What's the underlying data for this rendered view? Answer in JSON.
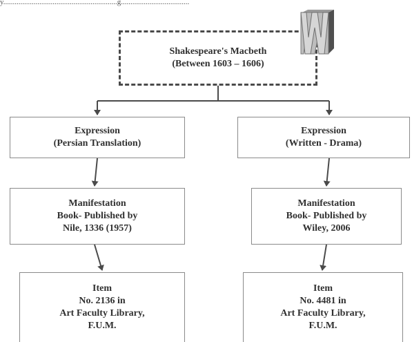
{
  "caption": {
    "text": "y............................................................g...................................."
  },
  "logo": {
    "letter": "W",
    "icon": "w-logo-icon",
    "face_color": "#bdbdbd",
    "side_color": "#4f4f4f"
  },
  "root": {
    "line1": "Shakespeare's Macbeth",
    "line2": "(Between 1603 – 1606)"
  },
  "expressions": [
    {
      "line1": "Expression",
      "line2": "(Persian Translation)"
    },
    {
      "line1": "Expression",
      "line2": "(Written - Drama)"
    }
  ],
  "manifestations": [
    {
      "line1": "Manifestation",
      "line2": "Book- Published by",
      "line3": "Nile, 1336 (1957)"
    },
    {
      "line1": "Manifestation",
      "line2": "Book- Published by",
      "line3": "Wiley, 2006"
    }
  ],
  "items": [
    {
      "line1": "Item",
      "line2": "No. 2136 in",
      "line3": "Art Faculty Library,",
      "line4": "F.U.M."
    },
    {
      "line1": "Item",
      "line2": "No. 4481 in",
      "line3": "Art Faculty Library,",
      "line4": "F.U.M."
    }
  ]
}
